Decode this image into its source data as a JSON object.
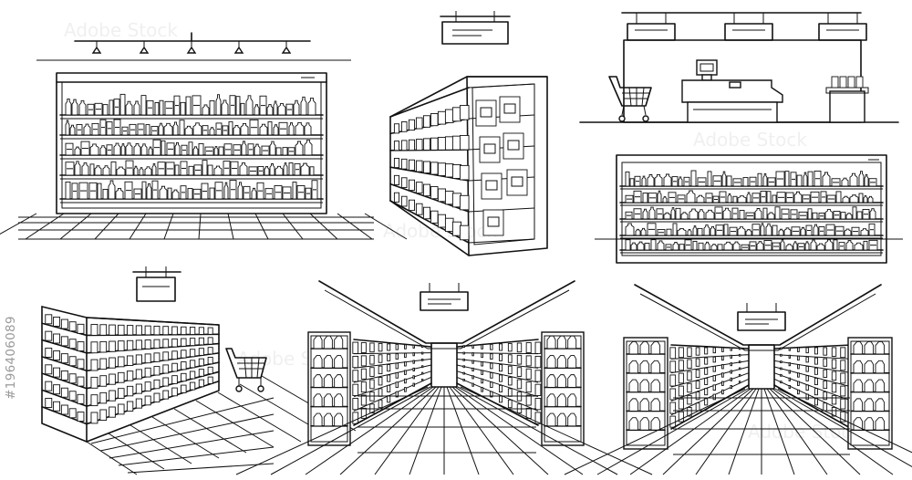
{
  "stock_id": "#196406089",
  "watermark": "Adobe Stock",
  "colors": {
    "line": "#111111",
    "background": "#ffffff",
    "stock_id": "#9a9a9a"
  },
  "scenes": [
    "wall-shelves-with-ceiling-lights",
    "refrigerated-display-cabinet",
    "checkout-counter-with-cart",
    "open-front-shelves",
    "corner-shelves-with-cart",
    "store-aisle-perspective",
    "store-aisle-perspective-wide"
  ]
}
